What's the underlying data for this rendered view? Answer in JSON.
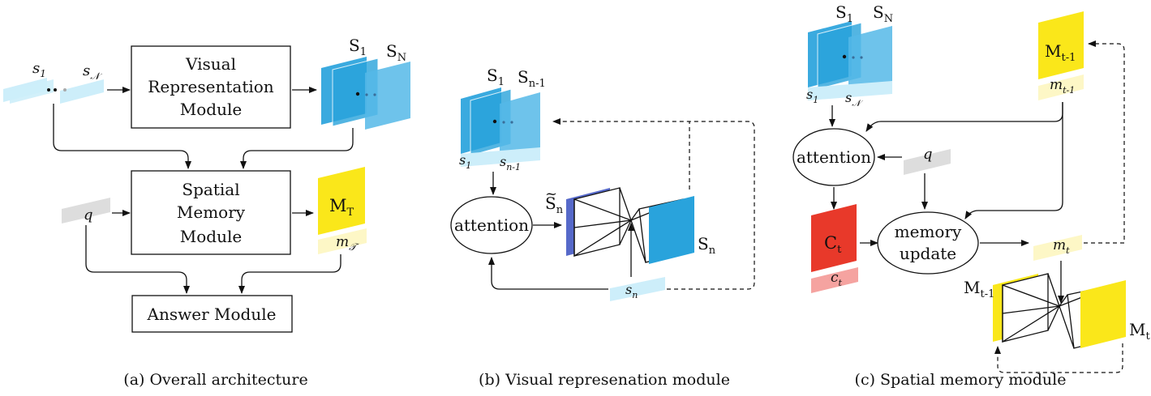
{
  "panel_a": {
    "caption": "(a) Overall architecture",
    "input_first": "s",
    "input_first_sub": "1",
    "input_last": "s",
    "input_last_sub": "𝒩",
    "vrm_line1": "Visual",
    "vrm_line2": "Representation",
    "vrm_line3": "Module",
    "feat_first": "S",
    "feat_first_sub": "1",
    "feat_last": "S",
    "feat_last_sub": "N",
    "smm_line1": "Spatial",
    "smm_line2": "Memory",
    "smm_line3": "Module",
    "query": "q",
    "memory": "M",
    "memory_sub": "T",
    "memory_vec": "m",
    "memory_vec_sub": "𝒯",
    "answer": "Answer Module"
  },
  "panel_b": {
    "caption": "(b) Visual represenation module",
    "feat_first": "S",
    "feat_first_sub": "1",
    "feat_last": "S",
    "feat_last_sub": "n-1",
    "in_first": "s",
    "in_first_sub": "1",
    "in_last": "s",
    "in_last_sub": "n-1",
    "attention": "attention",
    "attended": "S",
    "attended_sub": "n",
    "attended_mark": "~",
    "output": "S",
    "output_sub": "n",
    "current": "s",
    "current_sub": "n"
  },
  "panel_c": {
    "caption": "(c) Spatial memory module",
    "feat_first": "S",
    "feat_first_sub": "1",
    "feat_last": "S",
    "feat_last_sub": "N",
    "in_first": "s",
    "in_first_sub": "1",
    "in_last": "s",
    "in_last_sub": "𝒩",
    "prev_mem": "M",
    "prev_mem_sub": "t-1",
    "prev_vec": "m",
    "prev_vec_sub": "t-1",
    "attention": "attention",
    "query": "q",
    "context": "C",
    "context_sub": "t",
    "context_vec": "c",
    "context_vec_sub": "t",
    "update_line1": "memory",
    "update_line2": "update",
    "new_vec": "m",
    "new_vec_sub": "t",
    "ae_in": "M",
    "ae_in_sub": "t-1",
    "ae_out": "M",
    "ae_out_sub": "t"
  },
  "colors": {
    "light_blue": "#cdeefa",
    "blue": "#29a3dc",
    "blue_light": "#55b8e8",
    "dark_blue": "#5669c9",
    "yellow": "#fae71a",
    "pale_yellow": "#fdf7c6",
    "red": "#e8392a",
    "pink": "#f5a3a0",
    "grey": "#dddddd"
  }
}
